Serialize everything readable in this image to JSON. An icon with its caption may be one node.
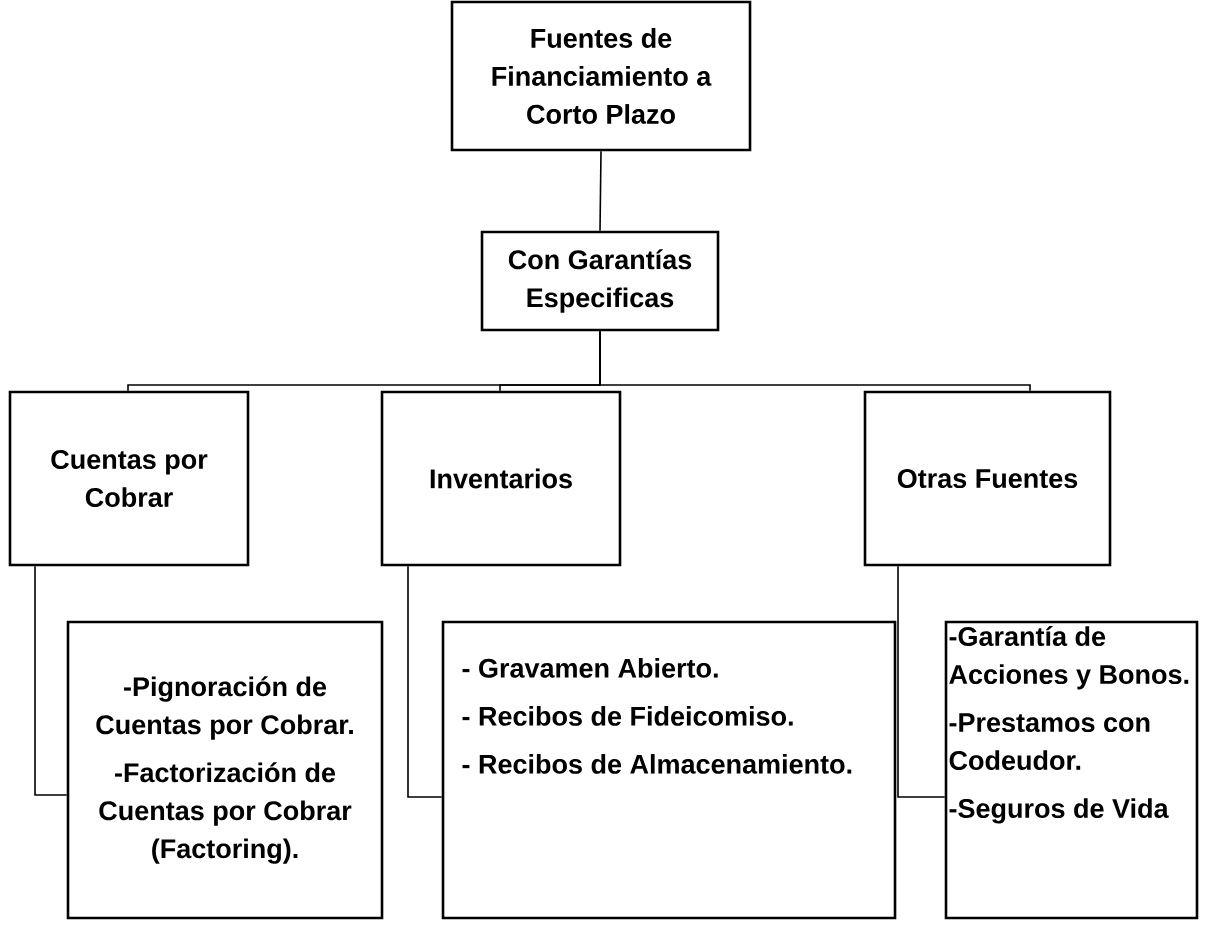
{
  "diagram": {
    "nodes": [
      {
        "text": [
          "Fuentes de Financiamiento a Corto Plazo"
        ]
      },
      {
        "text": [
          "Con Garantías Especificas"
        ]
      },
      {
        "text": [
          "Cuentas por Cobrar"
        ]
      },
      {
        "text": [
          "Inventarios"
        ]
      },
      {
        "text": [
          "Otras Fuentes"
        ]
      },
      {
        "text": [
          "-Pignoración de Cuentas por Cobrar.",
          "-Factorización de Cuentas por Cobrar (Factoring)."
        ]
      },
      {
        "text": [
          "- Gravamen Abierto.",
          "- Recibos de Fideicomiso.",
          "- Recibos de Almacenamiento."
        ]
      },
      {
        "text": [
          "-Garantía de Acciones y Bonos.",
          "-Prestamos con Codeudor.",
          "-Seguros de Vida"
        ]
      }
    ],
    "edges": [
      {
        "from": 0,
        "to": 1,
        "arrow": "none"
      },
      {
        "from": 1,
        "to": 2,
        "arrow": "none"
      },
      {
        "from": 1,
        "to": 3,
        "arrow": "none"
      },
      {
        "from": 1,
        "to": 4,
        "arrow": "none"
      },
      {
        "from": 2,
        "to": 5,
        "arrow": "none"
      },
      {
        "from": 3,
        "to": 6,
        "arrow": "none"
      },
      {
        "from": 4,
        "to": 7,
        "arrow": "none"
      }
    ]
  }
}
